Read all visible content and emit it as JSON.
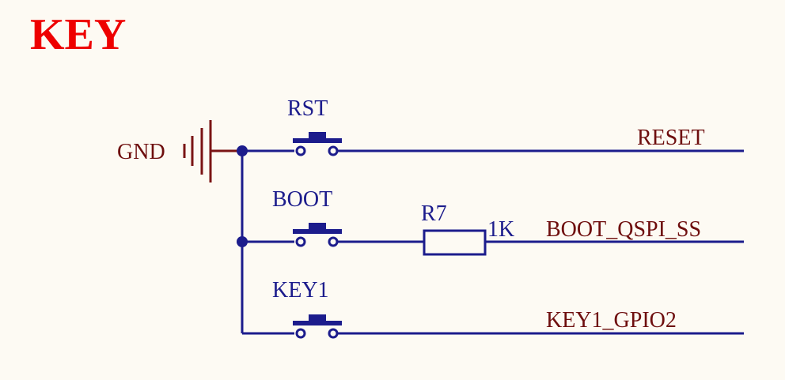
{
  "title": "KEY",
  "ground": {
    "label": "GND"
  },
  "switches": [
    {
      "designator": "RST"
    },
    {
      "designator": "BOOT"
    },
    {
      "designator": "KEY1"
    }
  ],
  "resistor": {
    "designator": "R7",
    "value": "1K"
  },
  "nets": {
    "reset": "RESET",
    "boot": "BOOT_QSPI_SS",
    "key1": "KEY1_GPIO2"
  },
  "colors": {
    "title": "#ee0000",
    "wire": "#1c1c8c",
    "net_label": "#6e0e0e",
    "background": "#fdfaf3"
  }
}
